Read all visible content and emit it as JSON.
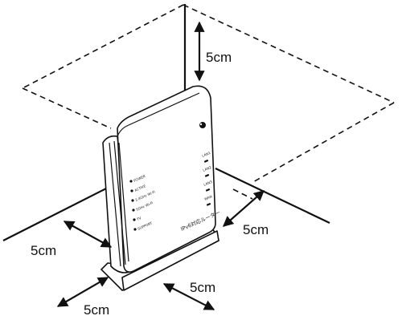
{
  "dimensions": {
    "top": "5cm",
    "right": "5cm",
    "left": "5cm",
    "front_left": "5cm",
    "front_right": "5cm"
  },
  "device": {
    "brand_text": "IPv6対応ルーター",
    "led_labels": [
      "POWER",
      "ACTIVE",
      "2.4GHz Wi-Fi",
      "5GHz Wi-Fi",
      "TV",
      "SUPPORT"
    ],
    "port_labels": [
      "LAN1",
      "LAN2",
      "LAN3",
      "WAN"
    ]
  }
}
